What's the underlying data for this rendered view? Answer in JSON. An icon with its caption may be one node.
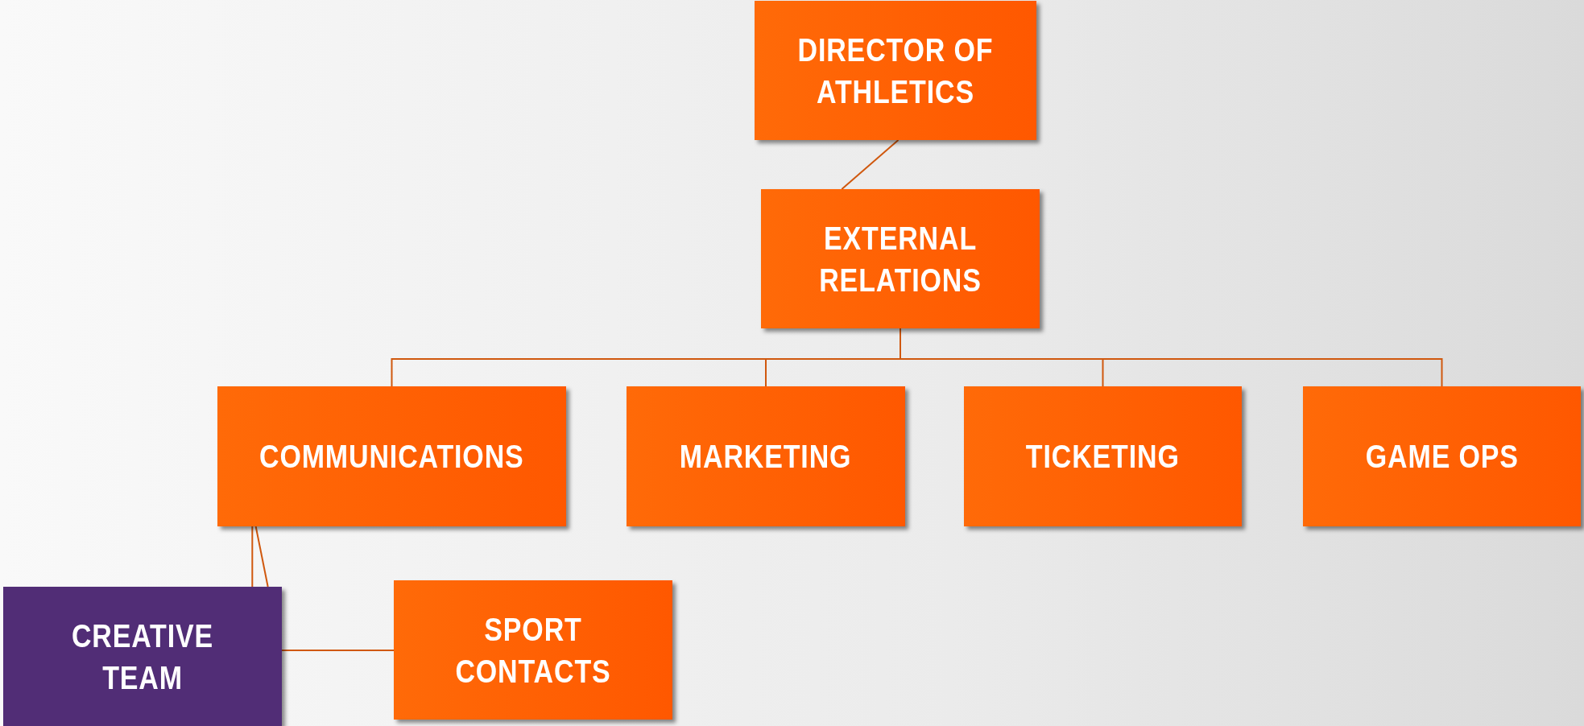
{
  "diagram": {
    "nodes": [
      {
        "text": [
          "DIRECTOR OF ATHLETICS"
        ]
      },
      {
        "text": [
          "EXTERNAL RELATIONS"
        ]
      },
      {
        "text": [
          "COMMUNICATIONS"
        ]
      },
      {
        "text": [
          "MARKETING"
        ]
      },
      {
        "text": [
          "TICKETING"
        ]
      },
      {
        "text": [
          "GAME OPS"
        ]
      },
      {
        "text": [
          "CREATIVE TEAM"
        ]
      },
      {
        "text": [
          "SPORT CONTACTS"
        ]
      }
    ],
    "edges": [
      {
        "from": 0,
        "to": 1,
        "arrow": "none"
      },
      {
        "from": 1,
        "to": 2,
        "arrow": "none"
      },
      {
        "from": 1,
        "to": 3,
        "arrow": "none"
      },
      {
        "from": 1,
        "to": 4,
        "arrow": "none"
      },
      {
        "from": 1,
        "to": 5,
        "arrow": "none"
      },
      {
        "from": 2,
        "to": 6,
        "arrow": "none"
      },
      {
        "from": 2,
        "to": 6,
        "arrow": "none"
      },
      {
        "from": 6,
        "to": 7,
        "arrow": "none"
      }
    ]
  }
}
